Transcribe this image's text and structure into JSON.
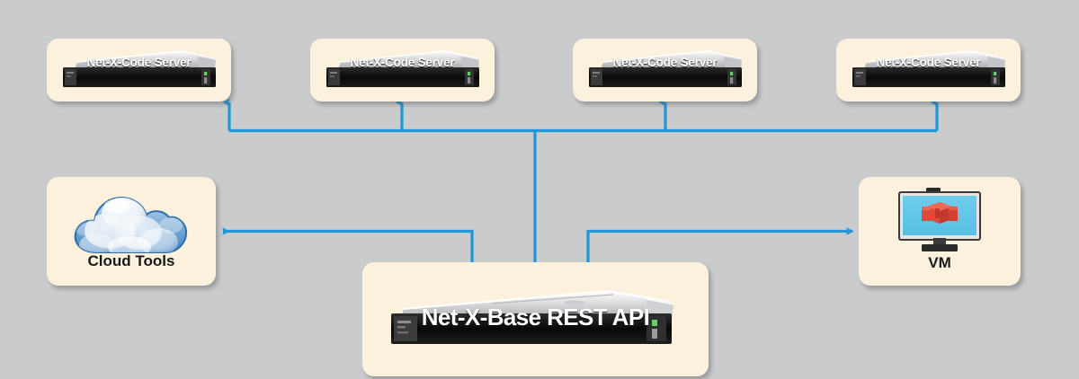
{
  "diagram": {
    "title": "Net-X-Base REST API architecture",
    "background_color": "#c9cbcd",
    "node_fill": "#fcf1dc",
    "connector_color": "#2196d8"
  },
  "top_servers": [
    {
      "label": "Net-X-Code Server",
      "icon": "rack-server-icon"
    },
    {
      "label": "Net-X-Code Server",
      "icon": "rack-server-icon"
    },
    {
      "label": "Net-X-Code Server",
      "icon": "rack-server-icon"
    },
    {
      "label": "Net-X-Code Server",
      "icon": "rack-server-icon"
    }
  ],
  "api": {
    "label": "Net-X-Base REST API",
    "icon": "rack-server-icon"
  },
  "cloud": {
    "caption": "Cloud Tools",
    "icon": "cloud-icon"
  },
  "vm": {
    "caption": "VM",
    "icon": "monitor-vm-icon"
  },
  "connectors": [
    {
      "name": "api-to-server-1",
      "direction": "up"
    },
    {
      "name": "api-to-server-2",
      "direction": "up"
    },
    {
      "name": "api-to-server-3",
      "direction": "up"
    },
    {
      "name": "api-to-server-4",
      "direction": "up"
    },
    {
      "name": "api-to-cloud-tools",
      "direction": "left"
    },
    {
      "name": "api-to-vm",
      "direction": "right"
    }
  ]
}
